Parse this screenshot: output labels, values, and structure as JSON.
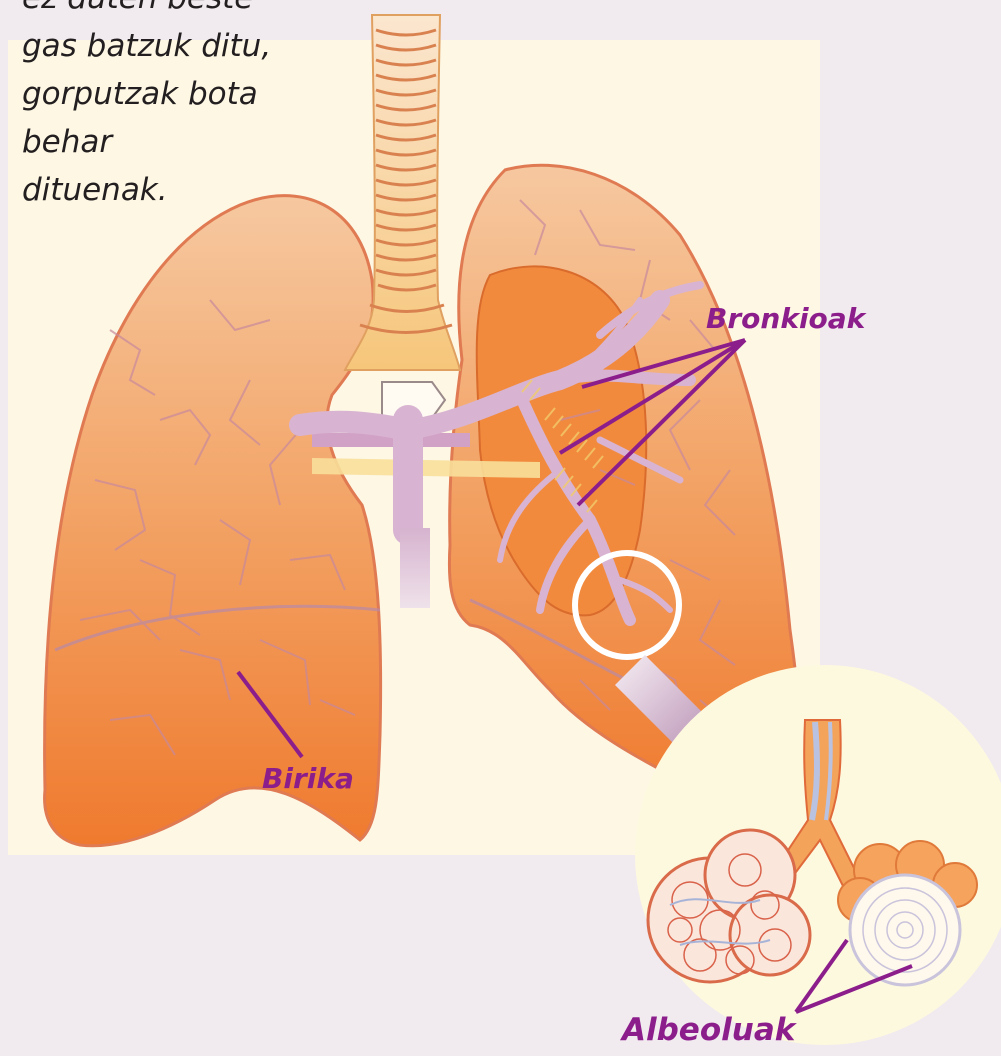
{
  "intro_text": {
    "lines": [
      "ez duten beste",
      "gas batzuk ditu,",
      "gorputzak bota",
      "behar",
      "dituenak."
    ]
  },
  "labels": {
    "bronkioak": "Bronkioak",
    "birika": "Birika",
    "albeoluak": "Albeoluak"
  },
  "colors": {
    "page_background": "#f1eaef",
    "panel_background": "#fdf7e4",
    "lung_orange": "#f08c3c",
    "bronchi_lilac": "#d8b4d2",
    "label_purple": "#8c1e8c"
  }
}
